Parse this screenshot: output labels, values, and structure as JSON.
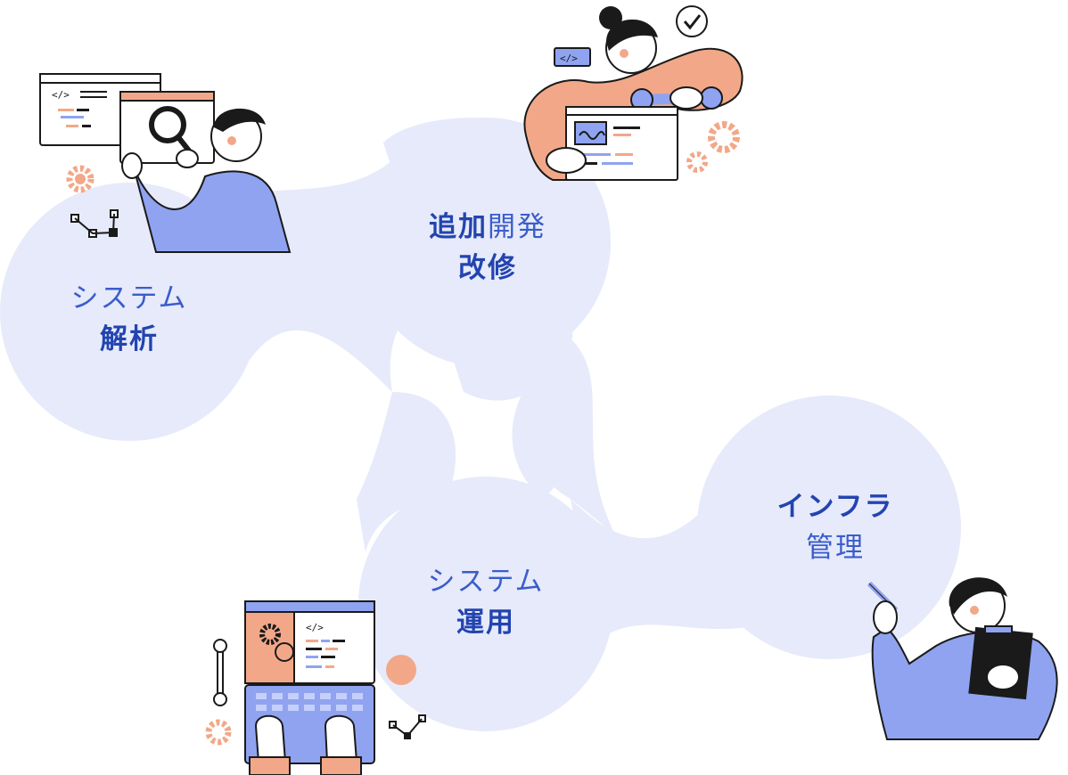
{
  "colors": {
    "blob": "#e6eafa",
    "accent_blue": "#2f4fbf",
    "illustration_blue": "#8fa3f0",
    "illustration_salmon": "#f2a888",
    "outline": "#1a1a1a"
  },
  "nodes": {
    "analysis": {
      "line1": "システム",
      "line2": "解析"
    },
    "development": {
      "line1_bold": "追加",
      "line1_light": "開発",
      "line2": "改修"
    },
    "operation": {
      "line1": "システム",
      "line2": "運用"
    },
    "infra": {
      "line1": "インフラ",
      "line2": "管理"
    }
  },
  "illustrations": {
    "analysis": "person-with-magnifier-icon",
    "development": "person-with-wrench-icon",
    "operation": "hands-on-laptop-icon",
    "infra": "person-with-clipboard-icon"
  }
}
